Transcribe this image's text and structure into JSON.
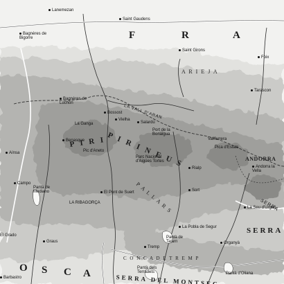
{
  "regions": {
    "france_f": "F",
    "france_r": "R",
    "france_a": "A",
    "ariege": "A R I E J A",
    "andorra": "ANDORRA",
    "lleida_o": "O",
    "lleida_s": "S",
    "lleida_c": "C",
    "lleida_a": "A"
  },
  "ranges": {
    "pirineus": "P I R I N E U S",
    "pirineus_second": "P I R I",
    "pallars": "P A L L A R S",
    "ribagorca": "LA RIBAGORÇA",
    "vall_aran": "LA VALL D'ARAN",
    "serra_cap": "SERRA",
    "serra_montsec": "SERRA DEL MONTSEC",
    "conca_tremp": "C O N C A   D E   T R E M P",
    "serra_side": "SERRA"
  },
  "places": {
    "lannemezan": "Lanemezan",
    "saint_gaudens": "Saint Gaudens",
    "bagneres_bigorre": "Bagnères de Bigorre",
    "saint_girons": "Saint Girons",
    "foix": "Foix",
    "tarascon": "Tarascon",
    "bagneres_luchon": "Bagnères de Luchon",
    "vielha": "Vielha",
    "benasque": "Benasque",
    "sort": "Sort",
    "andorra_vella": "Andorra la Vella",
    "la_seu": "La Seu d'Urgell",
    "tremp": "Tremp",
    "la_pobla": "La Pobla de Segur",
    "organya": "Organyà",
    "graus": "Graus",
    "el_grado": "El Grado",
    "barbastro": "Barbastro",
    "pont_suert": "El Pont de Suert",
    "pantà_mediano": "Pantà de Mediano",
    "pantà_talarn": "Pantà de Talarn",
    "pantà_terradets": "Pantà dels Terradets",
    "pantà_oliana": "Pantà d'Oliana",
    "aneto": "Pic d'Aneto",
    "pica_estats": "Pica d'Estats",
    "la_ganga": "La Ganga",
    "ainsa": "Aínsa",
    "parc": "Parc Nacional d'Aigües Tortes",
    "salardu": "Salardú",
    "bonaigua": "Port de la Bonaigua",
    "vallferrera": "Vallferrera",
    "el_pallars": "Rialp",
    "bossost": "Bossost",
    "campo": "Campo"
  },
  "colors": {
    "background": "#f2f2f0",
    "lowland": "#e4e4e1",
    "hills": "#c9c9c6",
    "mid": "#b3b3b0",
    "high": "#9d9d9a",
    "peaks": "#888885",
    "river": "#2a2a2a",
    "road": "#ffffff"
  }
}
